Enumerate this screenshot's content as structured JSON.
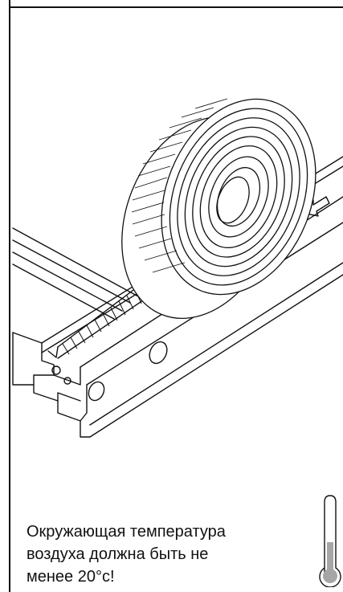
{
  "caption": {
    "line1": "Окружающая температура",
    "line2": "воздуха должна быть не",
    "line3": "менее 20°с!"
  },
  "icons": {
    "thermometer": "thermometer-icon",
    "arrow": "direction-arrow-icon"
  },
  "colors": {
    "line": "#111111",
    "thermo_fill": "#a6a6a6"
  }
}
